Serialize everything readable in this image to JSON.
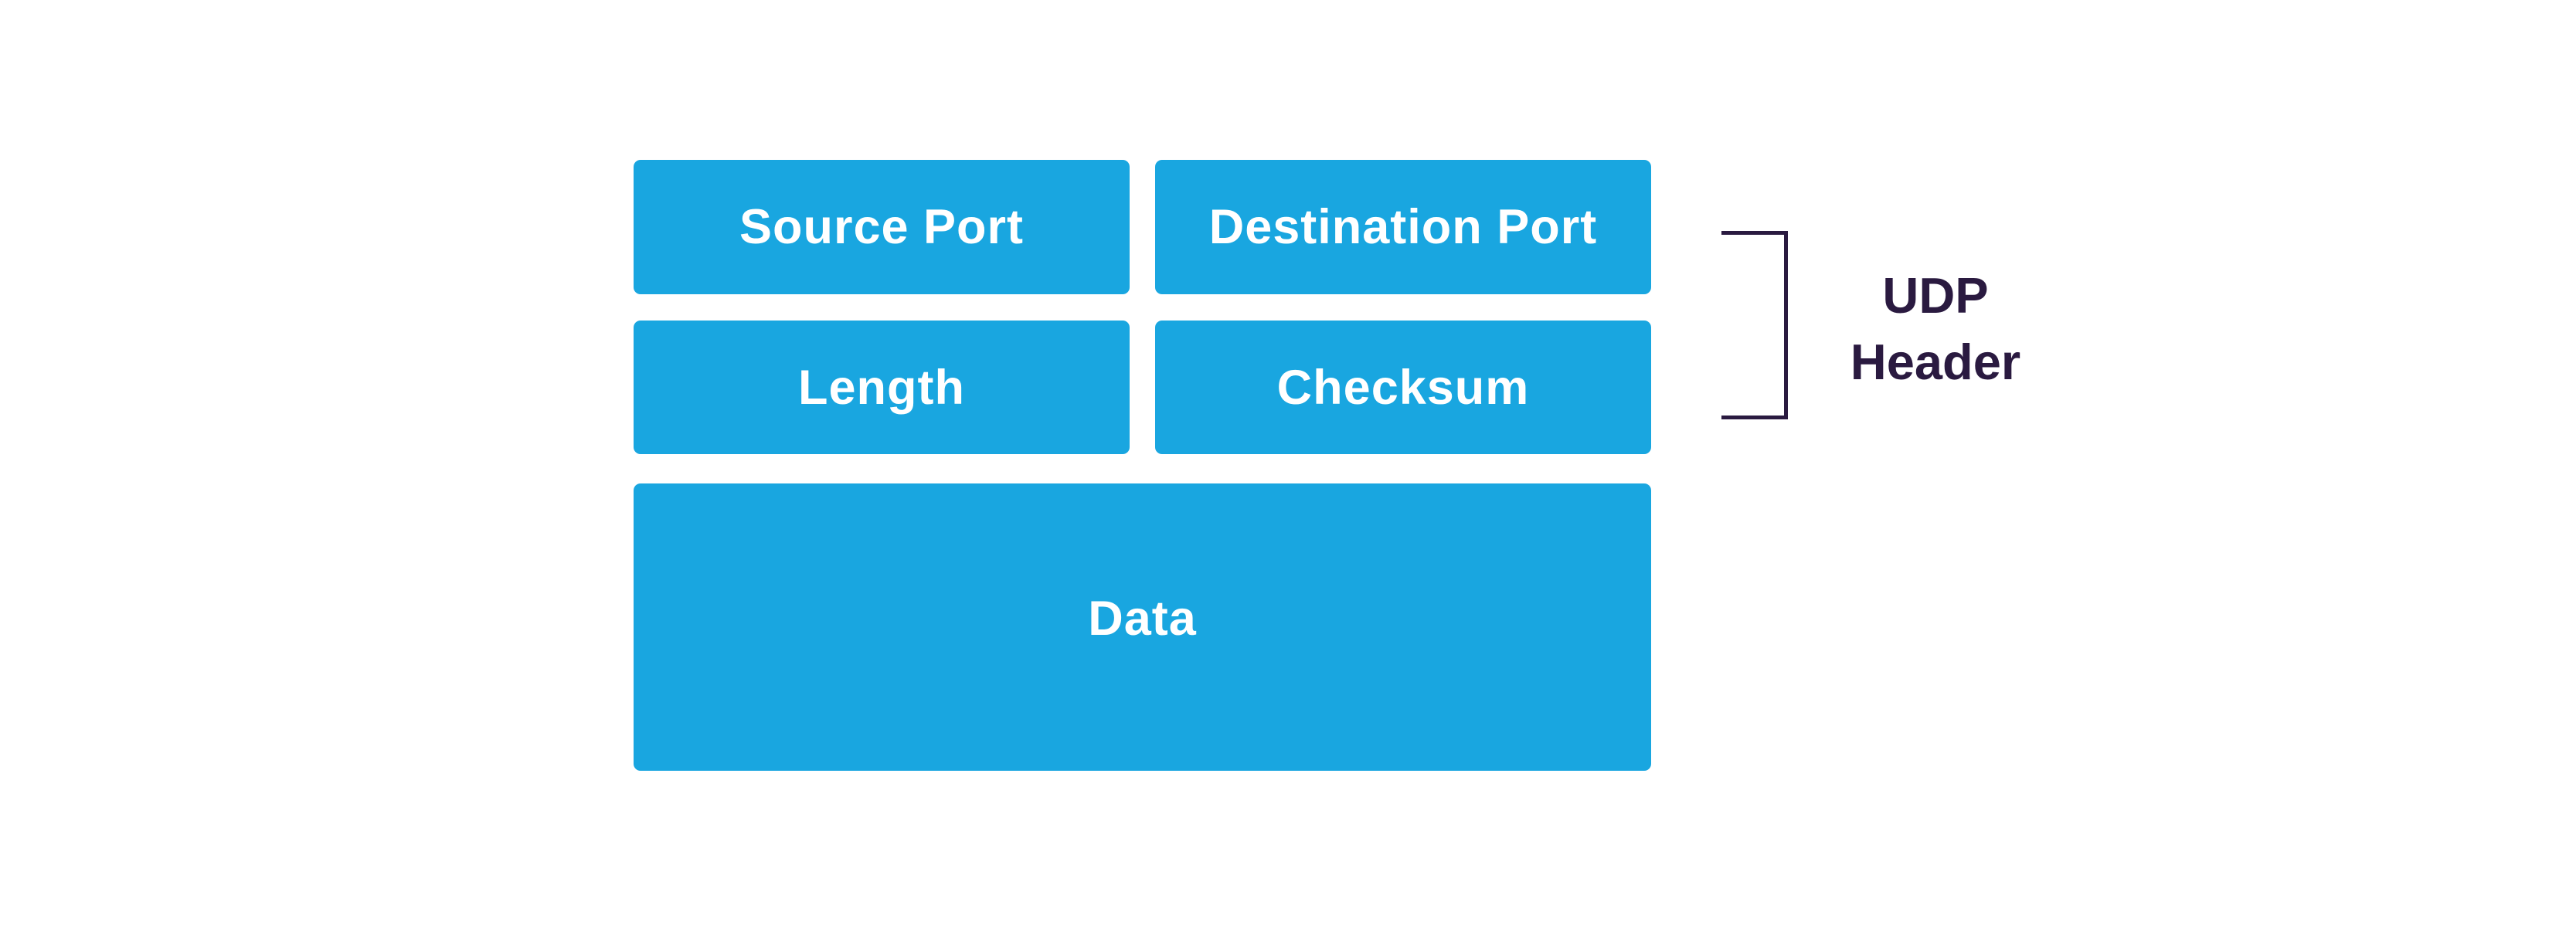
{
  "fields": {
    "source_port": "Source Port",
    "destination_port": "Destination Port",
    "length": "Length",
    "checksum": "Checksum",
    "data": "Data"
  },
  "header_label": {
    "line1": "UDP",
    "line2": "Header"
  },
  "colors": {
    "field_fill": "#19a6e0",
    "field_text": "#ffffff",
    "bracket": "#2a1a40",
    "label_text": "#2a1a40",
    "background": "#ffffff"
  }
}
